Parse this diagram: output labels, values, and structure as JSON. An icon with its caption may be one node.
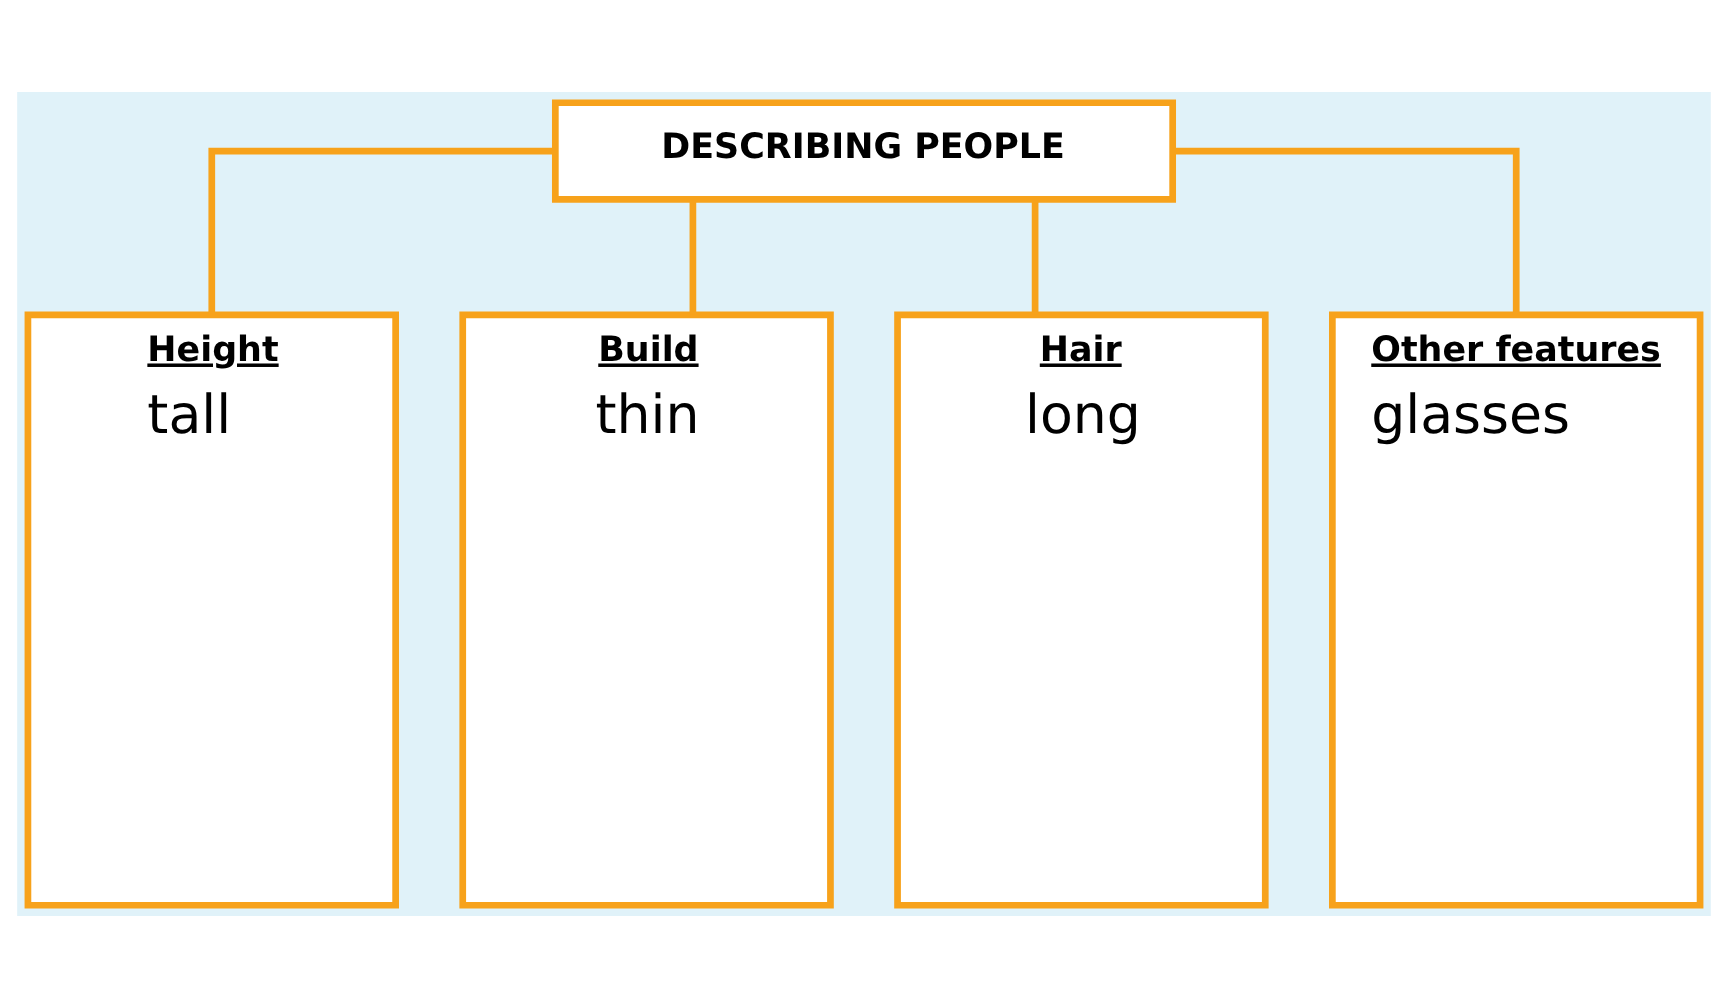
{
  "diagram": {
    "nodes": [
      {
        "text": [
          "DESCRIBING PEOPLE"
        ]
      },
      {
        "text": [
          "Height",
          "tall"
        ]
      },
      {
        "text": [
          "Build",
          "thin"
        ]
      },
      {
        "text": [
          "Hair",
          "long"
        ]
      },
      {
        "text": [
          "Other features",
          "glasses"
        ]
      }
    ],
    "edges": [
      {
        "from": 0,
        "to": 1,
        "arrow": "none"
      },
      {
        "from": 0,
        "to": 2,
        "arrow": "none"
      },
      {
        "from": 0,
        "to": 3,
        "arrow": "none"
      },
      {
        "from": 0,
        "to": 4,
        "arrow": "none"
      }
    ]
  }
}
